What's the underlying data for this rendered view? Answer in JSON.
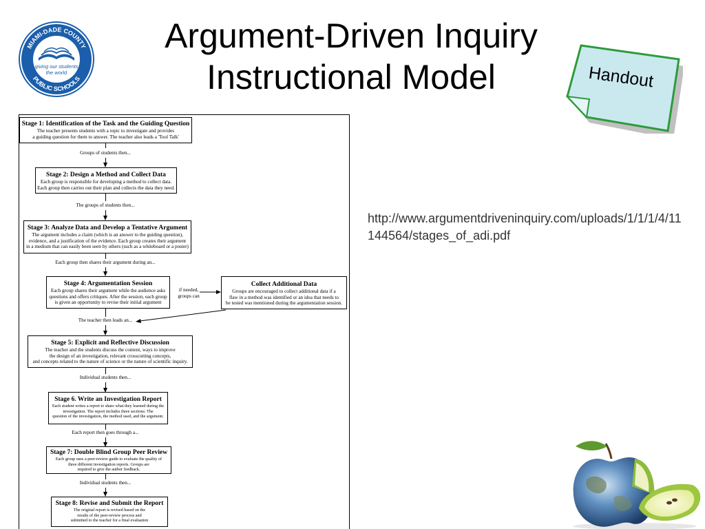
{
  "title_lines": [
    "Argument-Driven Inquiry",
    "Instructional Model"
  ],
  "logo": {
    "ring_top": "MIAMI-DADE COUNTY",
    "ring_bottom": "PUBLIC SCHOOLS",
    "motto": [
      "giving our students",
      "the world"
    ]
  },
  "handout": {
    "label": "Handout"
  },
  "source_url": "http://www.argumentdriveninquiry.com/uploads/1/1/1/4/11144564/stages_of_adi.pdf",
  "flow": {
    "stages": [
      {
        "title": "Stage 1: Identification of the Task and the Guiding Question",
        "lines": [
          "The teacher presents students with a topic to investigate and provides",
          "a guiding question for them to answer. The teacher also leads a 'Tool Talk'"
        ]
      },
      {
        "title": "Stage 2: Design a Method and Collect Data",
        "lines": [
          "Each group is responsible for developing a method to collect data.",
          "Each group then carries out their plan and collects the data they need."
        ]
      },
      {
        "title": "Stage 3: Analyze Data and Develop a Tentative Argument",
        "lines": [
          "The argument includes a claim (which is an answer to the guiding question),",
          "evidence, and a justification of the evidence. Each group creates their argument",
          "in a medium that can easily been seen by others (such as a whiteboard or a poster)"
        ]
      },
      {
        "title": "Stage 4: Argumentation Session",
        "lines": [
          "Each group shares their argument while the audience asks",
          "questions and offers critiques.  After the session, each group",
          "is given an opportunity to revise their initial argument"
        ]
      },
      {
        "title": "Stage 5: Explicit and Reflective Discussion",
        "lines": [
          "The teacher and the students discuss the content, ways to improve",
          "the design of an investigation, relevant crosscutting concepts,",
          "and concepts related to the nature of science or the nature of scientific inquiry."
        ]
      },
      {
        "title": "Stage 6. Write an Investigation Report",
        "lines": [
          "Each student writes a report to share what they learned during the",
          "investigation. The report includes three sections: The",
          "question of the investigation, the method used, and the argument."
        ]
      },
      {
        "title": "Stage 7: Double Blind Group Peer Review",
        "lines": [
          "Each group uses a peer-review guide to evaluate the quality of",
          "three different investigation reports.  Groups are",
          "required to give the author feedback."
        ]
      },
      {
        "title": "Stage 8: Revise and Submit the Report",
        "lines": [
          "The original report is revised based on the",
          "results of the peer-review process and",
          "submitted to the teacher for a final evaluation"
        ]
      }
    ],
    "side": {
      "title": "Collect Additional Data",
      "lines": [
        "Groups are encouraged to collect additional data if a",
        "flaw in a method was identified or an idea that needs to",
        "be tested was mentioned during the argumentation session."
      ]
    },
    "side_connector": [
      "if needed,",
      "groups can"
    ],
    "connectors": [
      "Groups of students then...",
      "The groups of students then...",
      "Each group then shares their argument during an...",
      "The teacher then leads an...",
      "Individual students then...",
      "Each report then goes through a...",
      "Individual students then..."
    ]
  }
}
